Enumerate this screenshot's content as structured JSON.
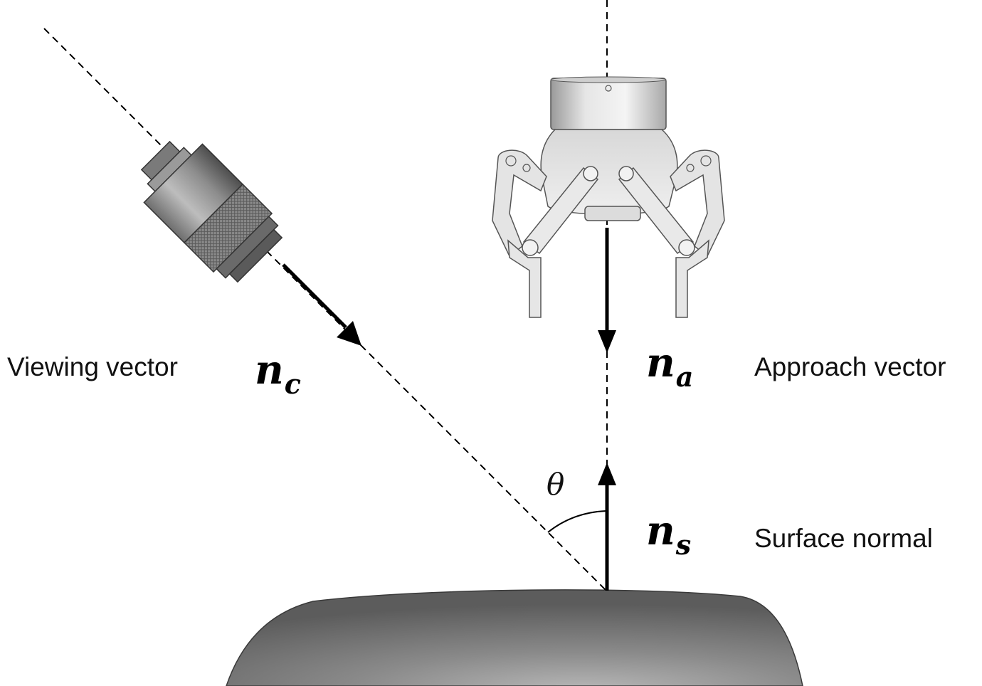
{
  "labels": {
    "viewing": "Viewing vector",
    "approach": "Approach vector",
    "surface": "Surface normal"
  },
  "vectors": {
    "nc": {
      "base": "n",
      "sub": "c"
    },
    "na": {
      "base": "n",
      "sub": "a"
    },
    "ns": {
      "base": "n",
      "sub": "s"
    }
  },
  "angle": "θ",
  "colors": {
    "line": "#000000",
    "surface_dark": "#5a5a5a",
    "surface_light": "#b5b5b5",
    "metal_light": "#e8e8e8",
    "metal_dark": "#8a8a8a"
  }
}
